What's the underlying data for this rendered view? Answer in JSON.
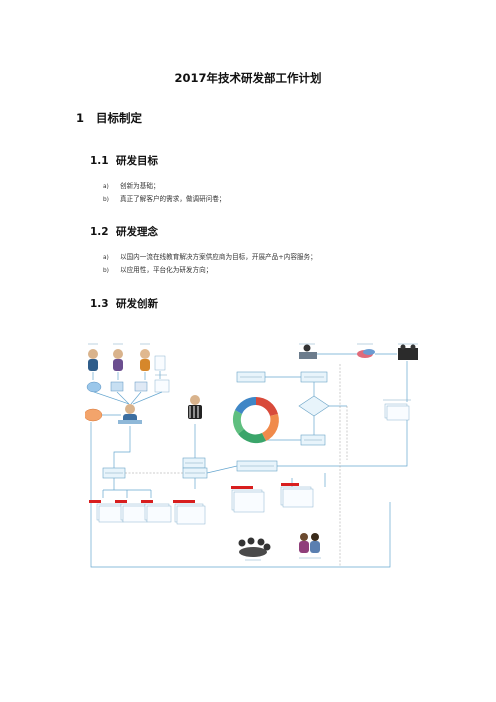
{
  "document": {
    "title": "2017年技术研发部工作计划",
    "section1": {
      "num": "1",
      "title": "目标制定"
    },
    "s1_1": {
      "num": "1.1",
      "title": "研发目标",
      "items": [
        {
          "marker": "a)",
          "text": "创新为基础；"
        },
        {
          "marker": "b)",
          "text": "真正了解客户的需求，做调研问卷；"
        }
      ]
    },
    "s1_2": {
      "num": "1.2",
      "title": "研发理念",
      "items": [
        {
          "marker": "a)",
          "text": "以国内一流在线教育解决方案供应商为目标，开展产品+内容服务；"
        },
        {
          "marker": "b)",
          "text": "以应用性，平台化为研发方向；"
        }
      ]
    },
    "s1_3": {
      "num": "1.3",
      "title": "研发创新"
    }
  },
  "colors": {
    "accent": "#66a6cf",
    "red": "#d81e1e",
    "box_fill": "#e8f4fb",
    "ring_green": "#3aa56a",
    "ring_red": "#d84a3a",
    "ring_blue": "#3f86c6"
  }
}
